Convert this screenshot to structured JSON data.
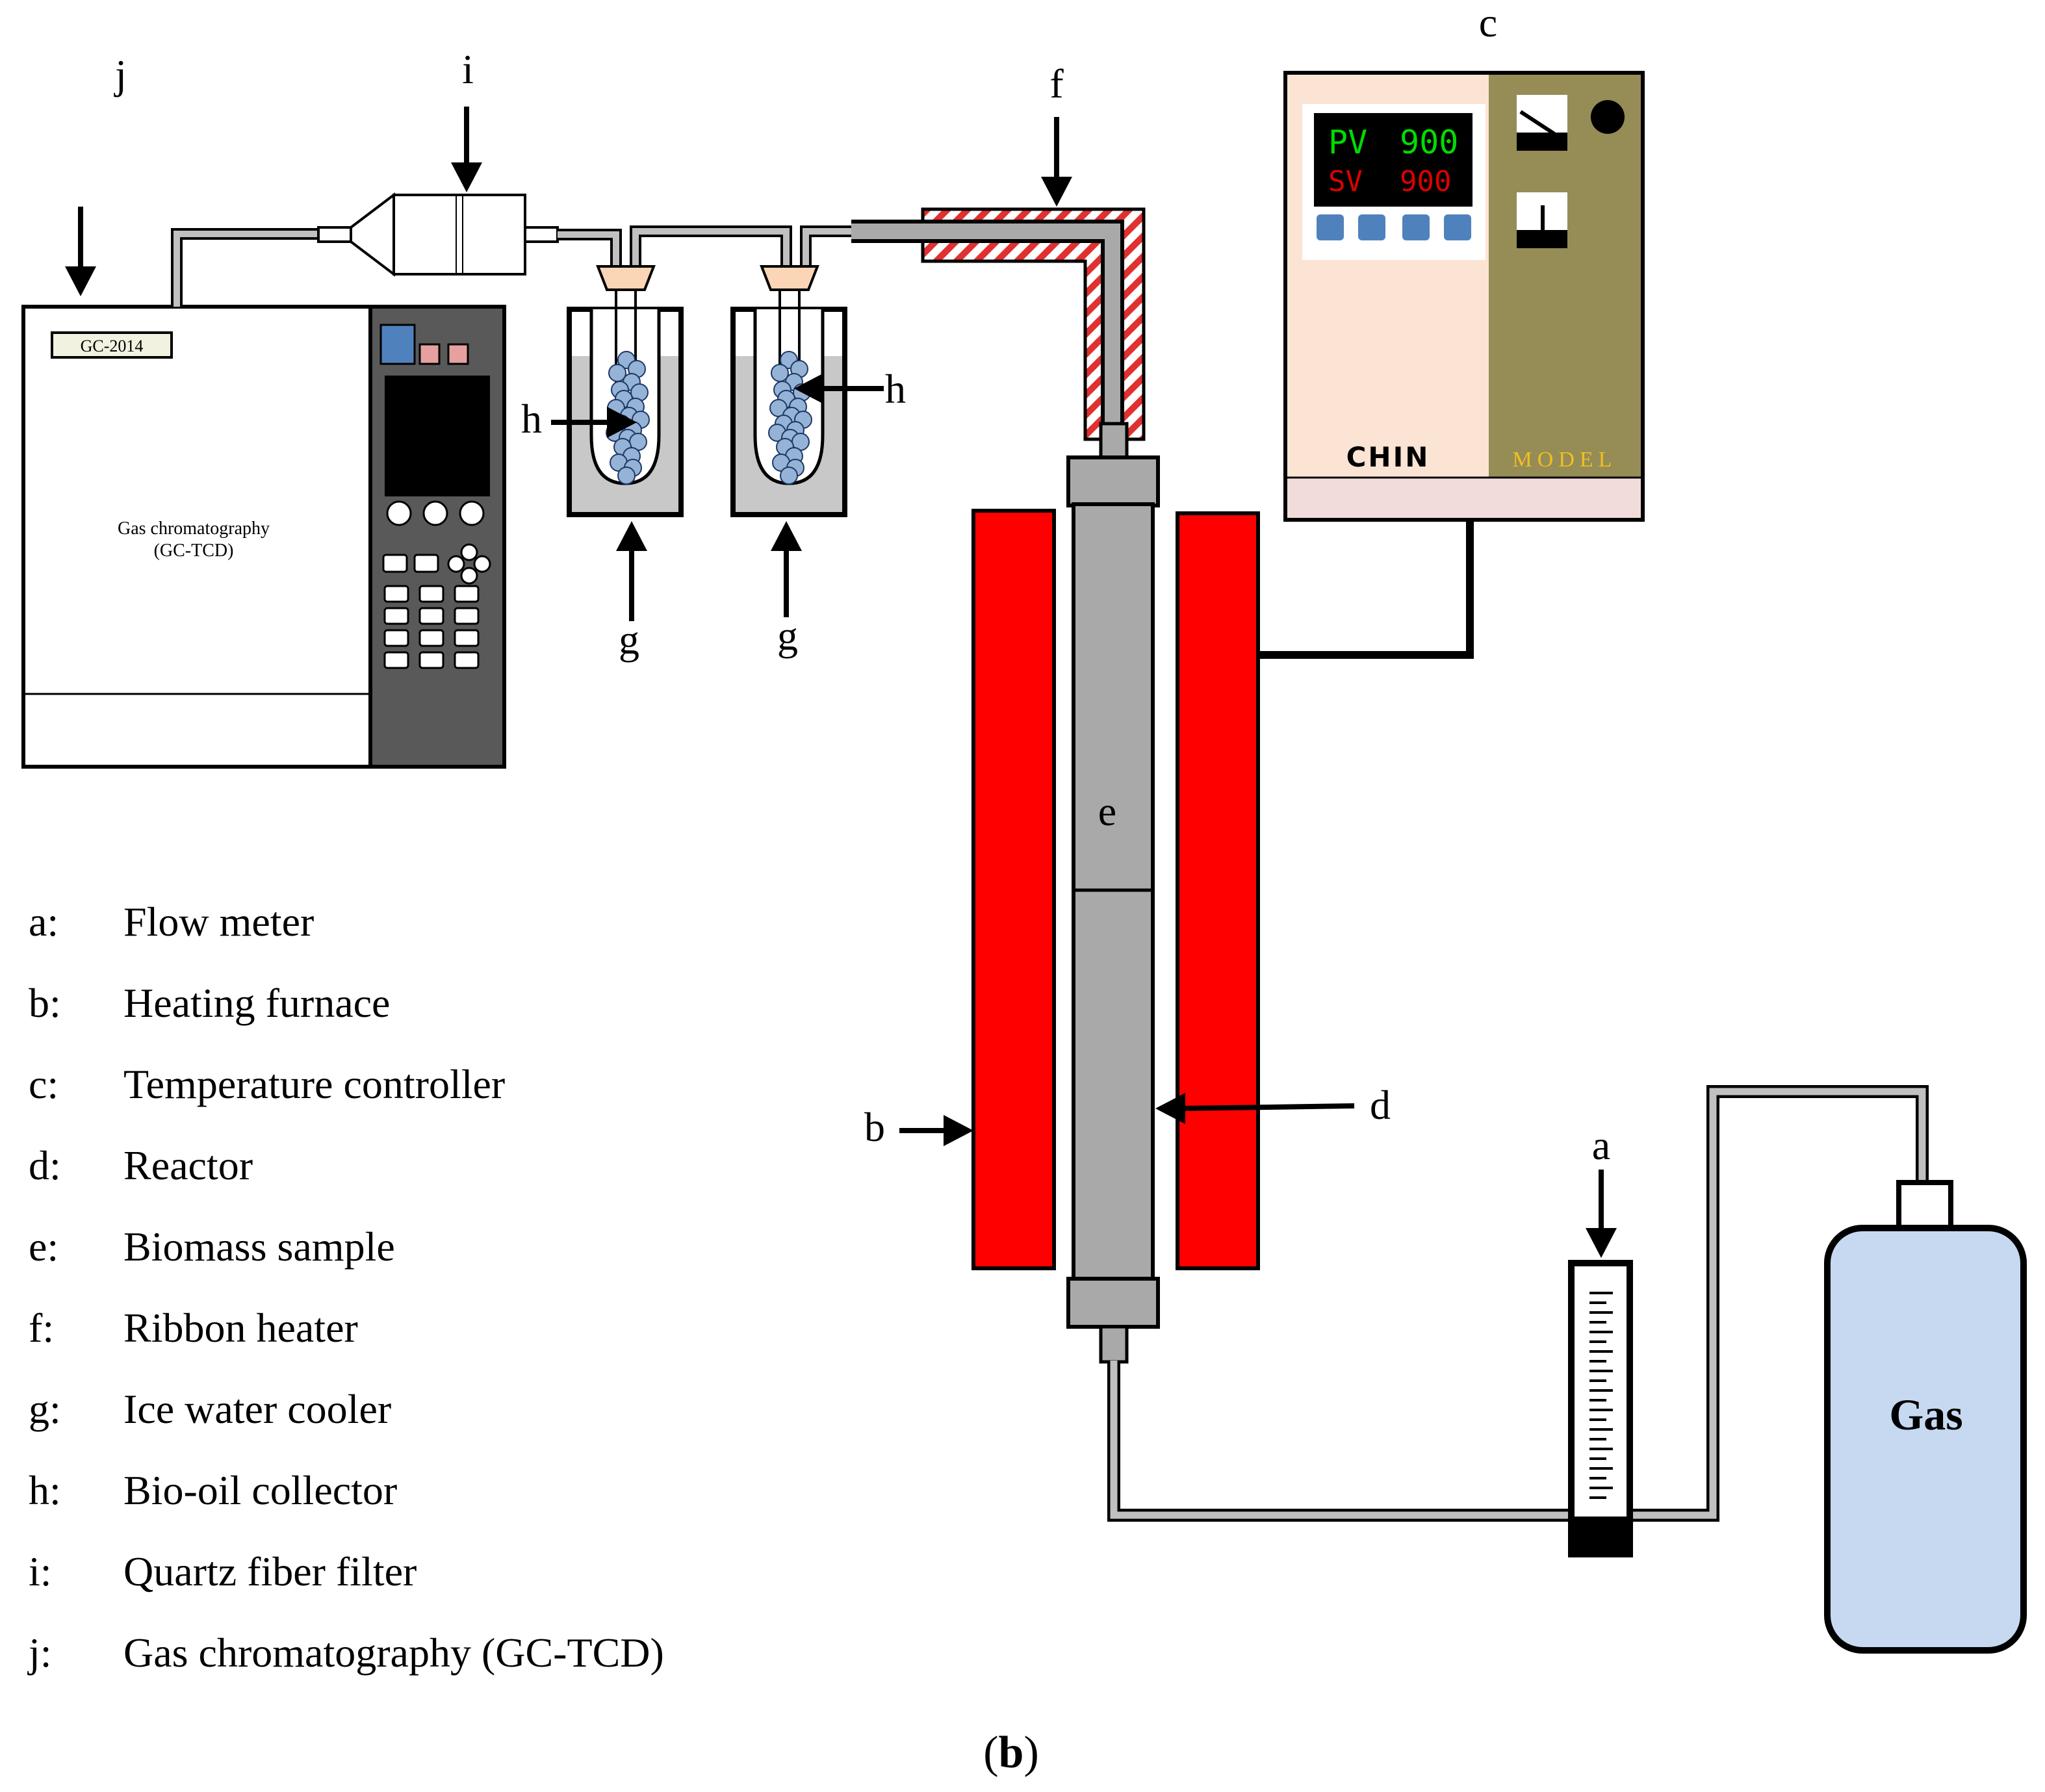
{
  "labels": {
    "a": "a",
    "b": "b",
    "c": "c",
    "d": "d",
    "e": "e",
    "f": "f",
    "g1": "g",
    "g2": "g",
    "h1": "h",
    "h2": "h",
    "i": "i",
    "j": "j"
  },
  "gc": {
    "model_tag": "GC-2014",
    "name_line1": "Gas  chromatography",
    "name_line2": "(GC-TCD)"
  },
  "controller": {
    "pv_label": "PV",
    "pv_value": "900",
    "sv_label": "SV",
    "sv_value": "900",
    "brand": "CHIN",
    "model_text": "MODEL"
  },
  "cylinder": {
    "label": "Gas"
  },
  "legend": [
    {
      "key": "a:",
      "text": "Flow meter"
    },
    {
      "key": "b:",
      "text": "Heating furnace"
    },
    {
      "key": "c:",
      "text": "Temperature controller"
    },
    {
      "key": "d:",
      "text": "Reactor"
    },
    {
      "key": "e:",
      "text": "Biomass sample"
    },
    {
      "key": "f:",
      "text": "Ribbon heater"
    },
    {
      "key": "g:",
      "text": "Ice water cooler"
    },
    {
      "key": "h:",
      "text": "Bio-oil collector"
    },
    {
      "key": "i:",
      "text": "Quartz fiber filter"
    },
    {
      "key": "j:",
      "text": "Gas  chromatography (GC-TCD)"
    }
  ],
  "caption": {
    "open": "(",
    "letter": "b",
    "close": ")"
  },
  "colors": {
    "furnace": "#ff0000",
    "reactor": "#a9a9a9",
    "controller_left": "#fce4d4",
    "controller_right": "#968c56",
    "controller_bottom": "#f2dcdb",
    "display_bg": "#000000",
    "pv_color": "#00dd00",
    "sv_color": "#dd0000",
    "model_color": "#f0c020",
    "button_blue": "#4f81bd",
    "cylinder_fill": "#c6d9f1",
    "gc_panel": "#595959",
    "ice_water": "#c8c8c8",
    "pellet": "#95b3d7",
    "stopper": "#fbd5b5"
  }
}
